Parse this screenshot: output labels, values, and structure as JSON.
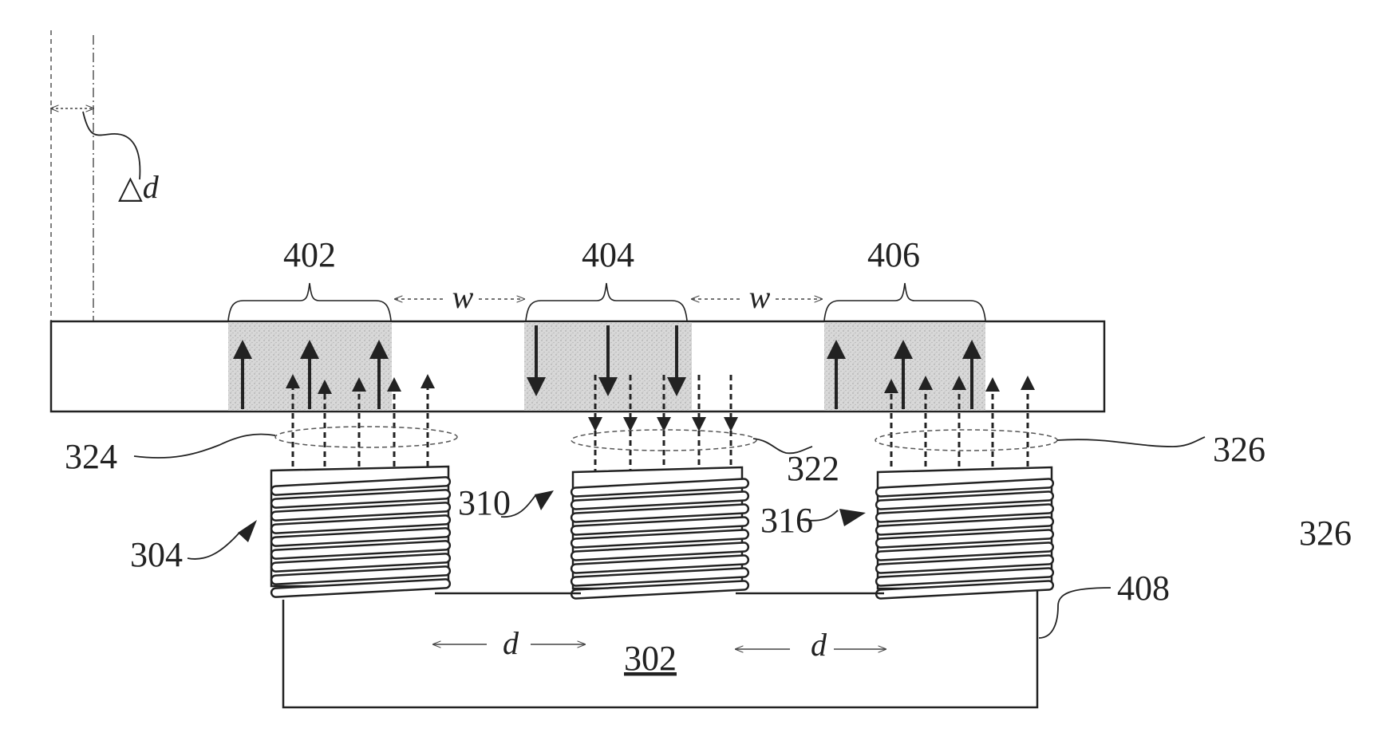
{
  "figure": {
    "labels": {
      "delta_d": "△d",
      "region_1": "402",
      "region_2": "404",
      "region_3": "406",
      "gap_1": "w",
      "gap_2": "w",
      "flux_1": "324",
      "flux_2": "322",
      "flux_3": "326",
      "flux_3_extra": "326",
      "coil_1": "304",
      "coil_2": "310",
      "coil_3": "316",
      "core": "302",
      "core_edge": "408",
      "spacing_1": "d",
      "spacing_2": "d"
    },
    "field_directions": {
      "region_1": "up",
      "region_2": "down",
      "region_3": "up"
    },
    "colors": {
      "ink": "#222222",
      "magnetized_fill": "#d2d2d2"
    }
  }
}
